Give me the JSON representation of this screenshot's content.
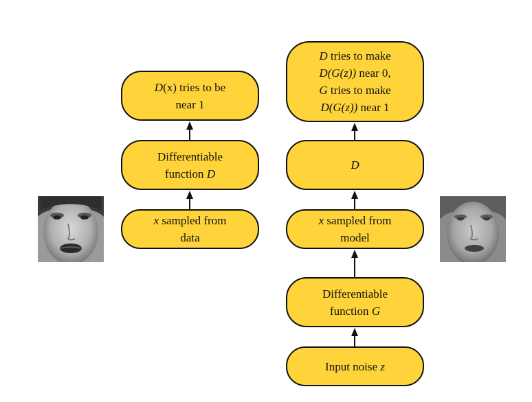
{
  "left_column": {
    "top": {
      "line1_italic": "D",
      "line1_rest": "(x) tries to be",
      "line2": "near 1"
    },
    "middle": {
      "line1": "Differentiable",
      "line2_prefix": "function ",
      "line2_italic": "D"
    },
    "bottom": {
      "line1_italic": "x",
      "line1_rest": " sampled from",
      "line2": "data"
    }
  },
  "right_column": {
    "top": {
      "l1_italic": "D",
      "l1_rest": " tries to make",
      "l2_italic": "D(G(z))",
      "l2_rest": " near 0,",
      "l3_italic": "G",
      "l3_rest": " tries to make",
      "l4_italic": "D(G(z))",
      "l4_rest": " near 1"
    },
    "discriminator": {
      "label_italic": "D"
    },
    "sample": {
      "line1_italic": "x",
      "line1_rest": " sampled from",
      "line2": "model"
    },
    "generator": {
      "line1": "Differentiable",
      "line2_prefix": "function ",
      "line2_italic": "G"
    },
    "noise": {
      "prefix": "Input noise ",
      "italic": "z"
    }
  },
  "images": {
    "left_face": "real-face-photo",
    "right_face": "generated-face-photo"
  },
  "colors": {
    "node_fill": "#FFD43B",
    "node_stroke": "#111111",
    "arrow": "#111111"
  }
}
